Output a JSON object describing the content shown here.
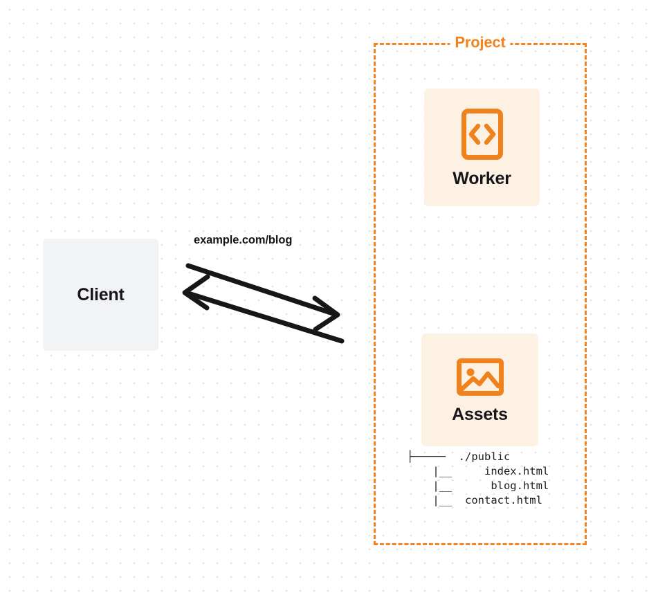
{
  "diagram": {
    "title": "Project",
    "background": "#ffffff",
    "accent_color": "#f6821f",
    "card_background": "#fdf1e4",
    "client_background": "#f2f3f5",
    "text_color": "#16161a"
  },
  "client": {
    "label": "Client"
  },
  "connection": {
    "url_label": "example.com/blog",
    "request_direction": "client-to-project",
    "response_direction": "project-to-client",
    "stroke_color": "#17171a"
  },
  "project": {
    "label": "Project",
    "nodes": [
      {
        "id": "worker",
        "label": "Worker",
        "icon": "code-document-icon"
      },
      {
        "id": "assets",
        "label": "Assets",
        "icon": "image-icon"
      }
    ]
  },
  "file_tree": {
    "root": "./public",
    "lines": [
      "├─────  ./public",
      "    |__     index.html",
      "    |__      blog.html",
      "    |__  contact.html"
    ],
    "files": [
      "index.html",
      "blog.html",
      "contact.html"
    ]
  }
}
